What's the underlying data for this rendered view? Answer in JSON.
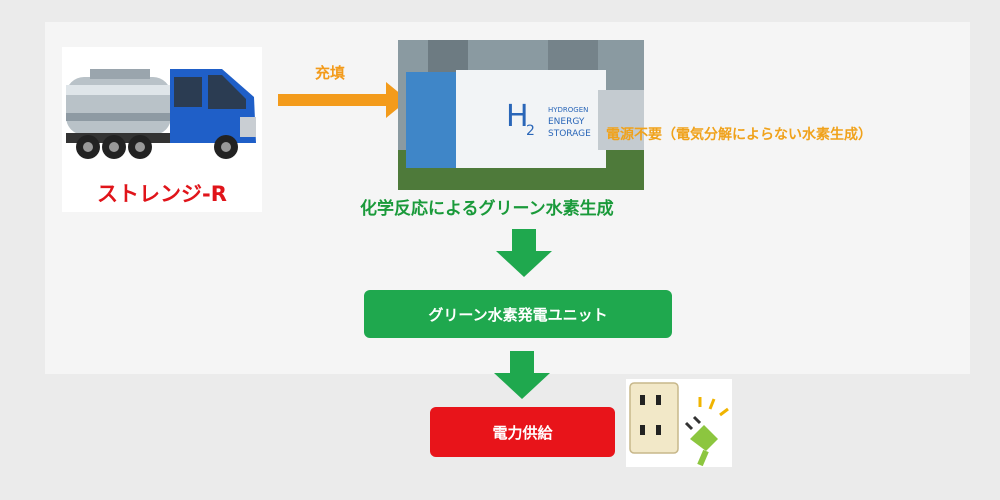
{
  "labels": {
    "truck_name": "ストレンジ-R",
    "fill": "充填",
    "note": "電源不要（電気分解によらない水素生成）",
    "chemical": "化学反応によるグリーン水素生成",
    "generator": "グリーン水素発電ユニット",
    "power": "電力供給",
    "container_h2": "H",
    "container_h2_sub": "2",
    "container_text_1": "HYDROGEN",
    "container_text_2": "ENERGY",
    "container_text_3": "STORAGE"
  },
  "colors": {
    "background": "#ebebeb",
    "panel": "#f5f5f5",
    "orange": "#f39b1b",
    "green": "#1fa84e",
    "red": "#e8141a",
    "truck_label": "#e0141a"
  },
  "icons": [
    "tanker-truck-image",
    "hydrogen-container-image",
    "power-outlet-icon",
    "plug-icon"
  ]
}
